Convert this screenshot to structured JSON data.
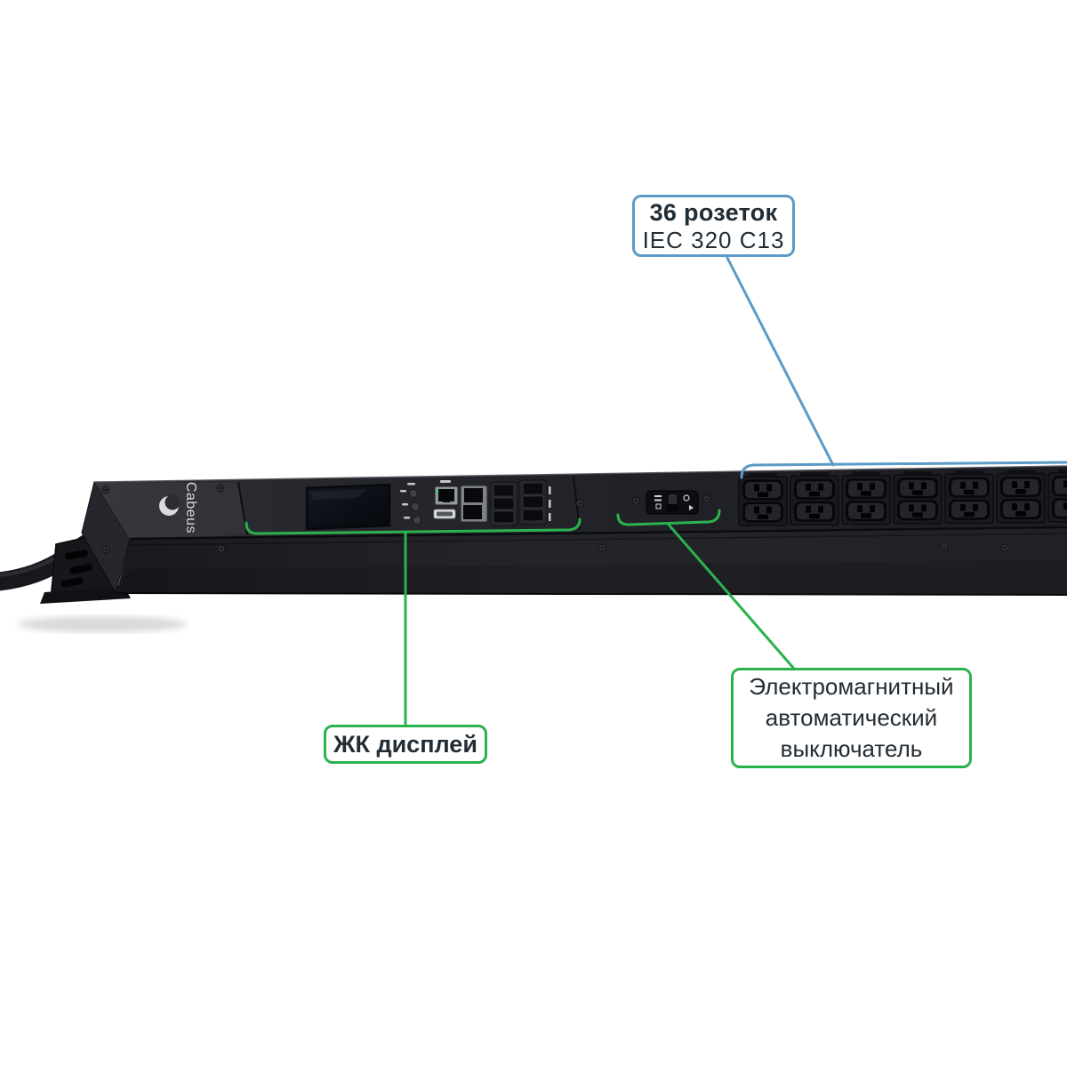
{
  "device": {
    "brand": "Cabeus"
  },
  "callouts": {
    "outlets": {
      "title": "36 розеток",
      "subtitle": "IEC 320 C13",
      "accent_color": "#5b9bc6"
    },
    "display": {
      "label": "ЖК дисплей",
      "accent_color": "#2bb24d"
    },
    "breaker": {
      "label": "Электромагнитный автоматический выключатель",
      "accent_color": "#2bb24d"
    }
  },
  "colors": {
    "background": "#ffffff",
    "callout_text": "#222c34",
    "device_body": "#1e1f24",
    "leader_blue": "#5b9bc6",
    "leader_green": "#2bb24d"
  }
}
